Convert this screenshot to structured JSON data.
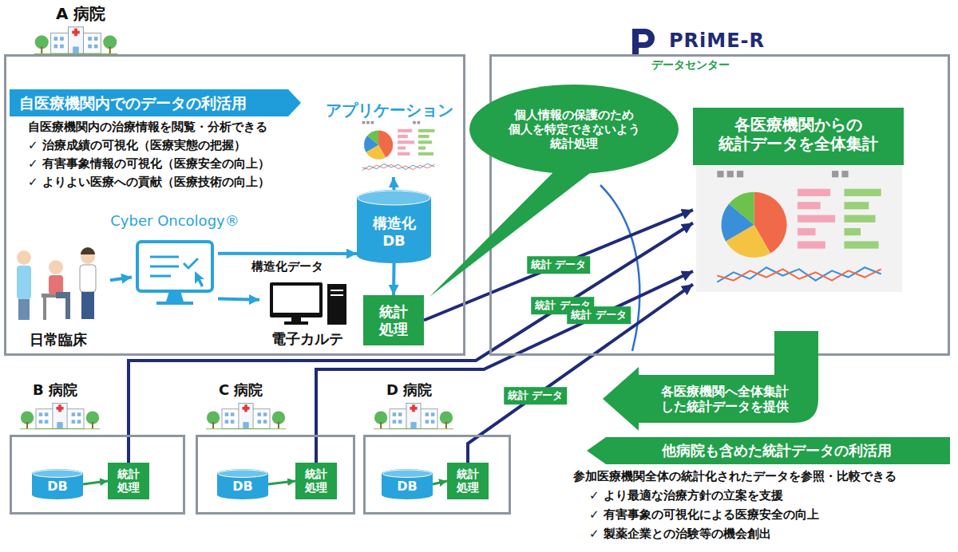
{
  "diagram": {
    "nodes": [
      {
        "text": [
          "A 病院"
        ]
      },
      {
        "text": [
          "自医療機関内でのデータの利活用"
        ],
        "in": 0
      },
      {
        "text": [
          "アプリケーション"
        ],
        "in": 0
      },
      {
        "text": [
          "Cyber Oncology®"
        ],
        "in": 0
      },
      {
        "text": [
          "日常臨床"
        ],
        "in": 0
      },
      {
        "text": [
          "構造化 DB"
        ],
        "in": 0
      },
      {
        "text": [
          "電子カルテ"
        ],
        "in": 0
      },
      {
        "text": [
          "統計 処理"
        ],
        "in": 0
      },
      {
        "text": [
          "PRiME-R",
          "データセンター"
        ]
      },
      {
        "text": [
          "各医療機関からの 統計データを全体集計"
        ],
        "in": 8
      },
      {
        "text": [
          "個人情報の保護のため 個人を特定できないよう 統計処理"
        ]
      },
      {
        "text": [
          "B 病院"
        ]
      },
      {
        "text": [
          "DB"
        ],
        "in": 11
      },
      {
        "text": [
          "統計 処理"
        ],
        "in": 11
      },
      {
        "text": [
          "C 病院"
        ]
      },
      {
        "text": [
          "DB"
        ],
        "in": 14
      },
      {
        "text": [
          "統計 処理"
        ],
        "in": 14
      },
      {
        "text": [
          "D 病院"
        ]
      },
      {
        "text": [
          "DB"
        ],
        "in": 17
      },
      {
        "text": [
          "統計 処理"
        ],
        "in": 17
      },
      {
        "text": [
          "各医療機関へ全体集計 した統計データを提供"
        ]
      },
      {
        "text": [
          "他病院も含めた統計データの利活用"
        ]
      }
    ],
    "edges": [
      {
        "from": 4,
        "to": 3,
        "arrow": "to"
      },
      {
        "from": 3,
        "to": 5,
        "label": "構造化データ",
        "arrow": "to"
      },
      {
        "from": 3,
        "to": 6,
        "arrow": "to"
      },
      {
        "from": 5,
        "to": 2,
        "arrow": "to"
      },
      {
        "from": 5,
        "to": 7,
        "arrow": "to"
      },
      {
        "from": 7,
        "to": 9,
        "label": "統計 データ",
        "arrow": "to"
      },
      {
        "from": 12,
        "to": 13,
        "arrow": "to"
      },
      {
        "from": 13,
        "to": 9,
        "label": "統計 データ",
        "arrow": "to"
      },
      {
        "from": 15,
        "to": 16,
        "arrow": "to"
      },
      {
        "from": 16,
        "to": 9,
        "label": "統計 データ",
        "arrow": "to"
      },
      {
        "from": 18,
        "to": 19,
        "arrow": "to"
      },
      {
        "from": 19,
        "to": 9,
        "label": "統計 データ",
        "arrow": "to"
      }
    ],
    "labels": [
      "自医療機関内の治療情報を閲覧・分析できる",
      "✓ 治療成績の可視化（医療実態の把握）",
      "✓ 有害事象情報の可視化（医療安全の向上）",
      "✓ よりよい医療への貢献（医療技術の向上）",
      "参加医療機関全体の統計化されたデータを参照・比較できる",
      "✓ より最適な治療方針の立案を支援",
      "✓ 有害事象の可視化による医療安全の向上",
      "✓ 製薬企業との治験等の機会創出"
    ]
  }
}
